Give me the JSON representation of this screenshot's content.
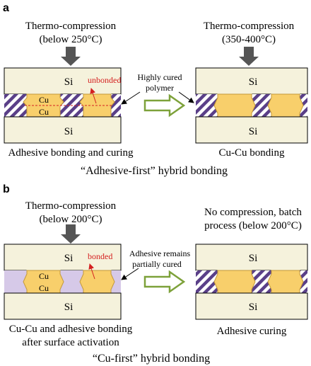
{
  "colors": {
    "si_fill": "#f5f2dc",
    "cu_fill": "#f8cf6b",
    "cu_stroke": "#c49a3a",
    "hatch_dark": "#5a3f88",
    "partial_fill": "#d6c9e8",
    "arrow_fill": "#555555",
    "arrow_outline_green": "#7da13a",
    "annotation_red": "#d42020"
  },
  "panel_a": {
    "letter": "a",
    "left_title_line1": "Thermo-compression",
    "left_title_line2": "(below 250°C)",
    "right_title_line1": "Thermo-compression",
    "right_title_line2": "(350-400°C)",
    "si_top": "Si",
    "si_bottom": "Si",
    "cu_top": "Cu",
    "cu_bottom": "Cu",
    "unbonded": "unbonded",
    "callout_line1": "Highly cured",
    "callout_line2": "polymer",
    "left_caption": "Adhesive bonding and curing",
    "right_caption": "Cu-Cu bonding",
    "footer": "“Adhesive-first” hybrid bonding"
  },
  "panel_b": {
    "letter": "b",
    "left_title_line1": "Thermo-compression",
    "left_title_line2": "(below 200°C)",
    "right_title_line1": "No compression, batch",
    "right_title_line2": "process (below 200°C)",
    "si_top": "Si",
    "si_bottom": "Si",
    "cu_top": "Cu",
    "cu_bottom": "Cu",
    "bonded": "bonded",
    "callout_line1": "Adhesive remains",
    "callout_line2": "partially cured",
    "left_caption_line1": "Cu-Cu and adhesive bonding",
    "left_caption_line2": "after surface activation",
    "right_caption": "Adhesive curing",
    "footer": "“Cu-first” hybrid bonding"
  }
}
